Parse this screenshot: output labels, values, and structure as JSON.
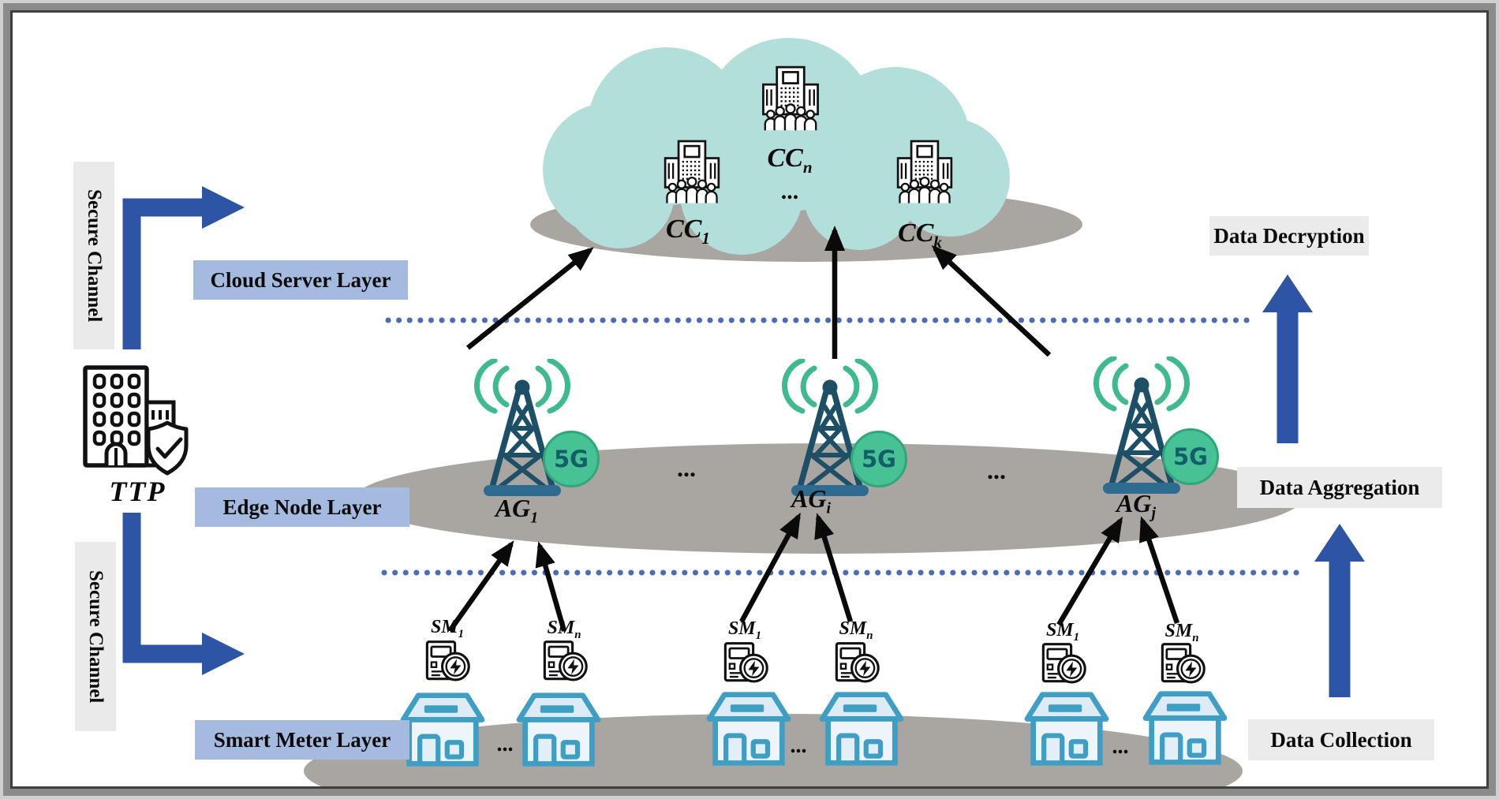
{
  "left_panel": {
    "secure_channel_top": "Secure Channel",
    "secure_channel_bottom": "Secure Channel",
    "ttp": "TTP"
  },
  "layer_labels": {
    "cloud": "Cloud Server Layer",
    "edge": "Edge Node Layer",
    "smart_meter": "Smart Meter Layer"
  },
  "process_labels": {
    "data_decryption": "Data Decryption",
    "data_aggregation": "Data Aggregation",
    "data_collection": "Data Collection"
  },
  "cloud_layer": {
    "nodes": [
      {
        "base": "CC",
        "sub": "1"
      },
      {
        "base": "CC",
        "sub": "n"
      },
      {
        "base": "CC",
        "sub": "k"
      }
    ],
    "ellipsis": "..."
  },
  "edge_layer": {
    "badge": "5G",
    "nodes": [
      {
        "base": "AG",
        "sub": "1"
      },
      {
        "base": "AG",
        "sub": "i"
      },
      {
        "base": "AG",
        "sub": "j"
      }
    ],
    "ellipsis_left": "...",
    "ellipsis_right": "..."
  },
  "smart_meter_layer": {
    "groups": [
      {
        "sm_first": {
          "base": "SM",
          "sub": "1"
        },
        "sm_last": {
          "base": "SM",
          "sub": "n"
        },
        "ellipsis": "..."
      },
      {
        "sm_first": {
          "base": "SM",
          "sub": "1"
        },
        "sm_last": {
          "base": "SM",
          "sub": "n"
        },
        "ellipsis": "..."
      },
      {
        "sm_first": {
          "base": "SM",
          "sub": "1"
        },
        "sm_last": {
          "base": "SM",
          "sub": "n"
        },
        "ellipsis": "..."
      }
    ]
  },
  "icons": {
    "ttp": "organization-shield-icon",
    "cloud_node": "control-center-icon",
    "edge_node": "cell-tower-5g-icon",
    "smart_meter": "electric-meter-icon",
    "household": "house-icon"
  },
  "colors": {
    "accent_blue": "#2e55a5",
    "dotted_line_blue": "#4a6cb3",
    "layer_label_bg": "#a4badf",
    "process_label_bg": "#ebebeb",
    "cloud_fill": "#b3dfdb",
    "ellipse_gray": "#a9a5a1",
    "tower_dark": "#1d4f66",
    "signal_green": "#3fba8f",
    "badge_green": "#46c295",
    "house_stroke": "#3e9ec4"
  }
}
